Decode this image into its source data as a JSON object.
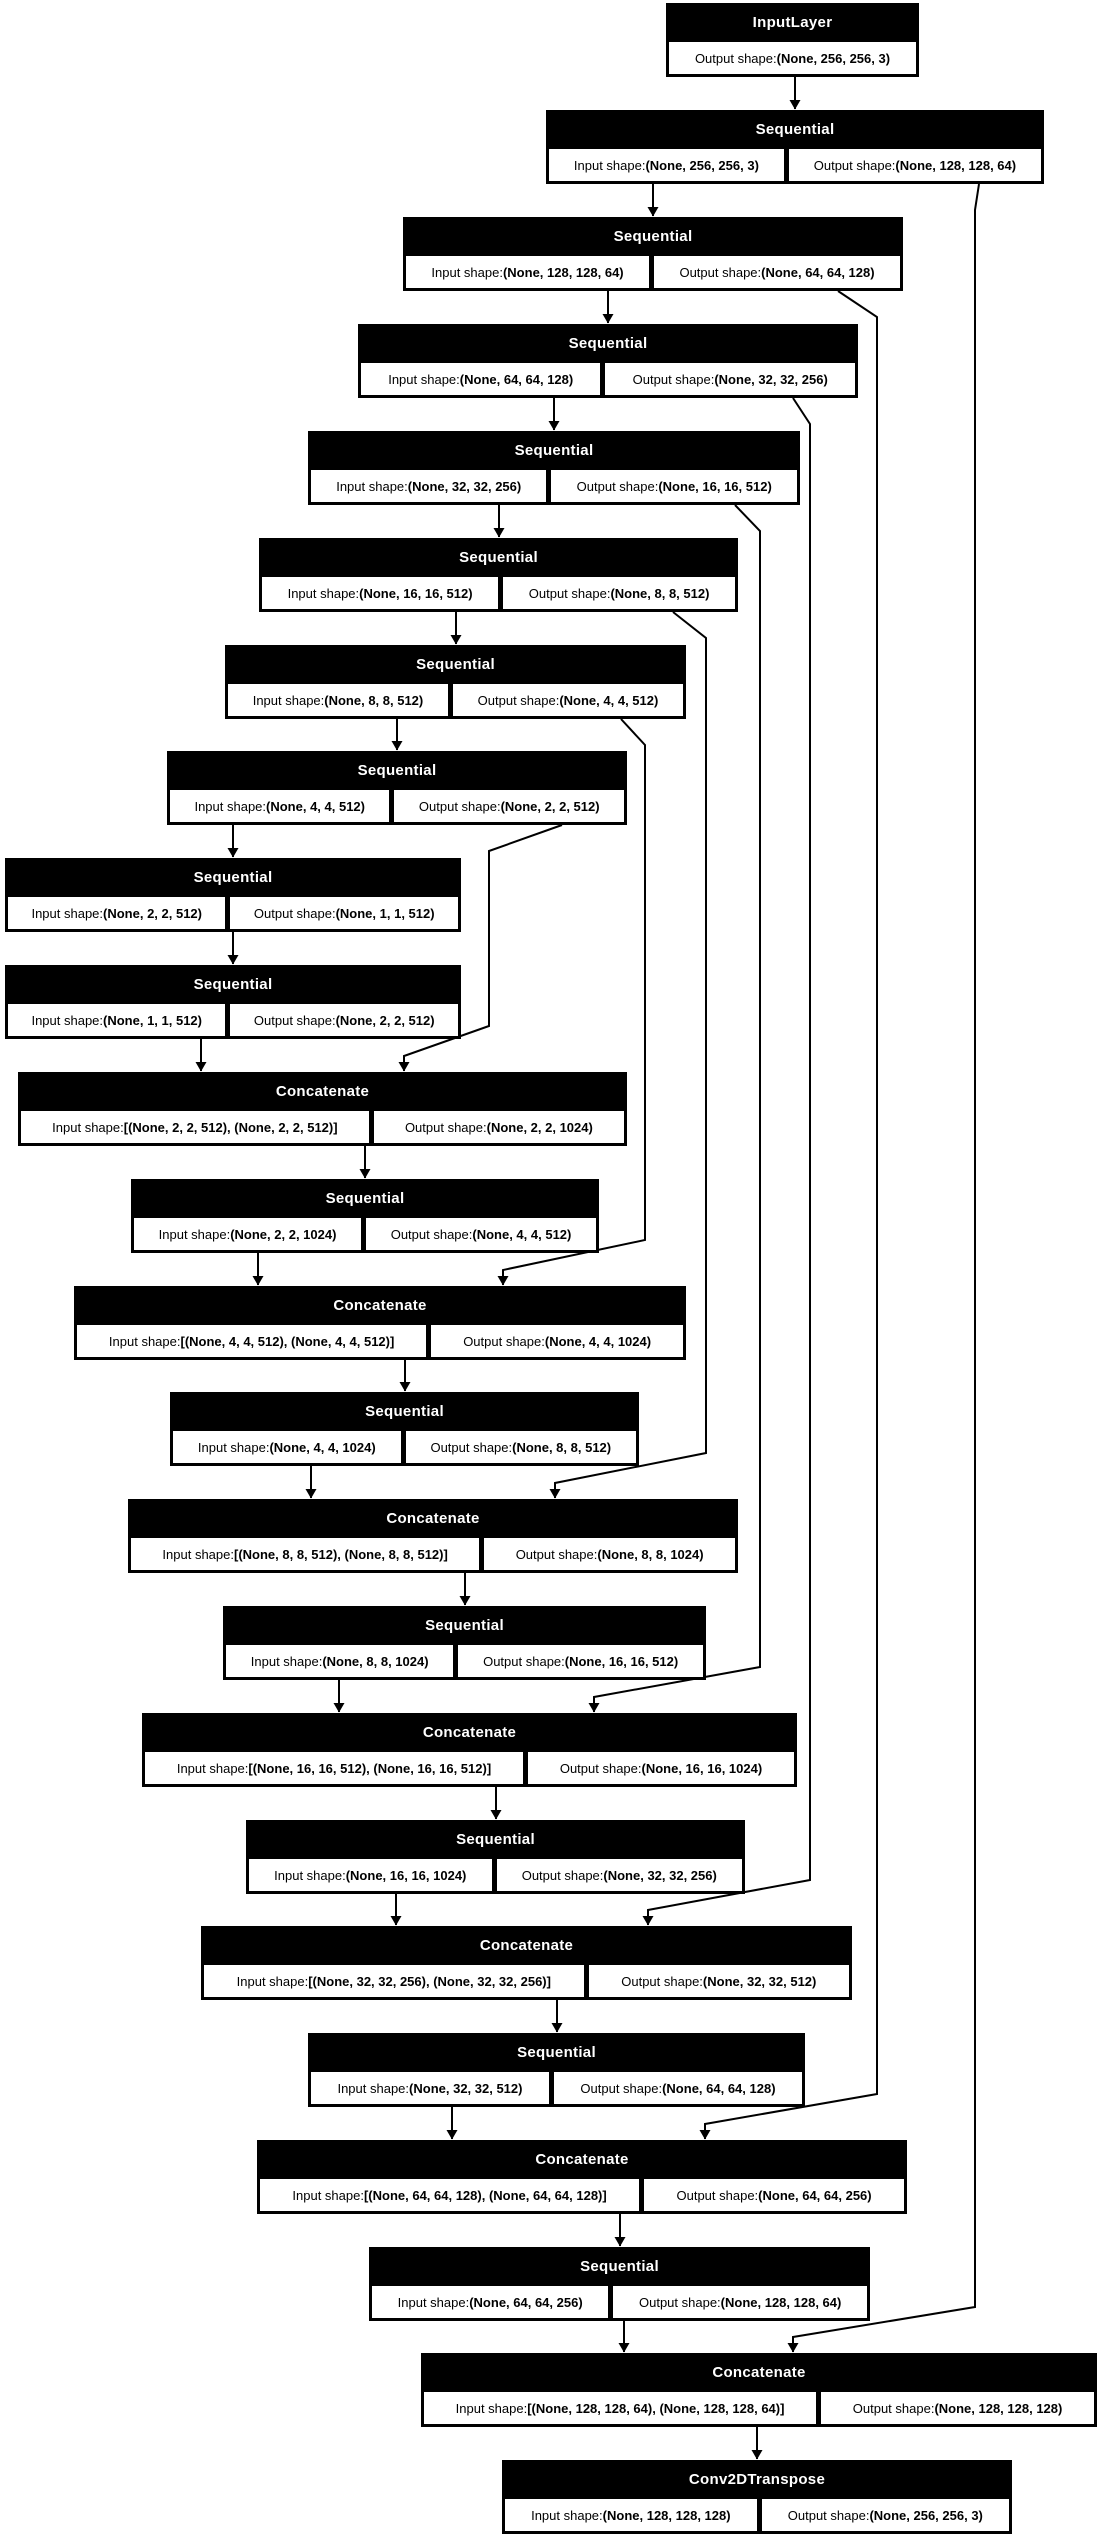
{
  "diagram": {
    "kind": "keras-model-plot",
    "colors": {
      "node_bg": "#000000",
      "node_title_text": "#ffffff",
      "cell_bg": "#ffffff",
      "cell_text": "#000000",
      "edge": "#000000",
      "background": "#ffffff"
    }
  },
  "nodes": [
    {
      "title": "InputLayer",
      "cells": [
        {
          "label": "Output shape: ",
          "value": "(None, 256, 256, 3)"
        }
      ]
    },
    {
      "title": "Sequential",
      "cells": [
        {
          "label": "Input shape: ",
          "value": "(None, 256, 256, 3)"
        },
        {
          "label": "Output shape: ",
          "value": "(None, 128, 128, 64)"
        }
      ]
    },
    {
      "title": "Sequential",
      "cells": [
        {
          "label": "Input shape: ",
          "value": "(None, 128, 128, 64)"
        },
        {
          "label": "Output shape: ",
          "value": "(None, 64, 64, 128)"
        }
      ]
    },
    {
      "title": "Sequential",
      "cells": [
        {
          "label": "Input shape: ",
          "value": "(None, 64, 64, 128)"
        },
        {
          "label": "Output shape: ",
          "value": "(None, 32, 32, 256)"
        }
      ]
    },
    {
      "title": "Sequential",
      "cells": [
        {
          "label": "Input shape: ",
          "value": "(None, 32, 32, 256)"
        },
        {
          "label": "Output shape: ",
          "value": "(None, 16, 16, 512)"
        }
      ]
    },
    {
      "title": "Sequential",
      "cells": [
        {
          "label": "Input shape: ",
          "value": "(None, 16, 16, 512)"
        },
        {
          "label": "Output shape: ",
          "value": "(None, 8, 8, 512)"
        }
      ]
    },
    {
      "title": "Sequential",
      "cells": [
        {
          "label": "Input shape: ",
          "value": "(None, 8, 8, 512)"
        },
        {
          "label": "Output shape: ",
          "value": "(None, 4, 4, 512)"
        }
      ]
    },
    {
      "title": "Sequential",
      "cells": [
        {
          "label": "Input shape: ",
          "value": "(None, 4, 4, 512)"
        },
        {
          "label": "Output shape: ",
          "value": "(None, 2, 2, 512)"
        }
      ]
    },
    {
      "title": "Sequential",
      "cells": [
        {
          "label": "Input shape: ",
          "value": "(None, 2, 2, 512)"
        },
        {
          "label": "Output shape: ",
          "value": "(None, 1, 1, 512)"
        }
      ]
    },
    {
      "title": "Sequential",
      "cells": [
        {
          "label": "Input shape: ",
          "value": "(None, 1, 1, 512)"
        },
        {
          "label": "Output shape: ",
          "value": "(None, 2, 2, 512)"
        }
      ]
    },
    {
      "title": "Concatenate",
      "cells": [
        {
          "label": "Input shape: ",
          "value": "[(None, 2, 2, 512), (None, 2, 2, 512)]"
        },
        {
          "label": "Output shape: ",
          "value": "(None, 2, 2, 1024)"
        }
      ]
    },
    {
      "title": "Sequential",
      "cells": [
        {
          "label": "Input shape: ",
          "value": "(None, 2, 2, 1024)"
        },
        {
          "label": "Output shape: ",
          "value": "(None, 4, 4, 512)"
        }
      ]
    },
    {
      "title": "Concatenate",
      "cells": [
        {
          "label": "Input shape: ",
          "value": "[(None, 4, 4, 512), (None, 4, 4, 512)]"
        },
        {
          "label": "Output shape: ",
          "value": "(None, 4, 4, 1024)"
        }
      ]
    },
    {
      "title": "Sequential",
      "cells": [
        {
          "label": "Input shape: ",
          "value": "(None, 4, 4, 1024)"
        },
        {
          "label": "Output shape: ",
          "value": "(None, 8, 8, 512)"
        }
      ]
    },
    {
      "title": "Concatenate",
      "cells": [
        {
          "label": "Input shape: ",
          "value": "[(None, 8, 8, 512), (None, 8, 8, 512)]"
        },
        {
          "label": "Output shape: ",
          "value": "(None, 8, 8, 1024)"
        }
      ]
    },
    {
      "title": "Sequential",
      "cells": [
        {
          "label": "Input shape: ",
          "value": "(None, 8, 8, 1024)"
        },
        {
          "label": "Output shape: ",
          "value": "(None, 16, 16, 512)"
        }
      ]
    },
    {
      "title": "Concatenate",
      "cells": [
        {
          "label": "Input shape: ",
          "value": "[(None, 16, 16, 512), (None, 16, 16, 512)]"
        },
        {
          "label": "Output shape: ",
          "value": "(None, 16, 16, 1024)"
        }
      ]
    },
    {
      "title": "Sequential",
      "cells": [
        {
          "label": "Input shape: ",
          "value": "(None, 16, 16, 1024)"
        },
        {
          "label": "Output shape: ",
          "value": "(None, 32, 32, 256)"
        }
      ]
    },
    {
      "title": "Concatenate",
      "cells": [
        {
          "label": "Input shape: ",
          "value": "[(None, 32, 32, 256), (None, 32, 32, 256)]"
        },
        {
          "label": "Output shape: ",
          "value": "(None, 32, 32, 512)"
        }
      ]
    },
    {
      "title": "Sequential",
      "cells": [
        {
          "label": "Input shape: ",
          "value": "(None, 32, 32, 512)"
        },
        {
          "label": "Output shape: ",
          "value": "(None, 64, 64, 128)"
        }
      ]
    },
    {
      "title": "Concatenate",
      "cells": [
        {
          "label": "Input shape: ",
          "value": "[(None, 64, 64, 128), (None, 64, 64, 128)]"
        },
        {
          "label": "Output shape: ",
          "value": "(None, 64, 64, 256)"
        }
      ]
    },
    {
      "title": "Sequential",
      "cells": [
        {
          "label": "Input shape: ",
          "value": "(None, 64, 64, 256)"
        },
        {
          "label": "Output shape: ",
          "value": "(None, 128, 128, 64)"
        }
      ]
    },
    {
      "title": "Concatenate",
      "cells": [
        {
          "label": "Input shape: ",
          "value": "[(None, 128, 128, 64), (None, 128, 128, 64)]"
        },
        {
          "label": "Output shape: ",
          "value": "(None, 128, 128, 128)"
        }
      ]
    },
    {
      "title": "Conv2DTranspose",
      "cells": [
        {
          "label": "Input shape: ",
          "value": "(None, 128, 128, 128)"
        },
        {
          "label": "Output shape: ",
          "value": "(None, 256, 256, 3)"
        }
      ]
    }
  ],
  "edges": [
    {
      "from": 0,
      "to": 1,
      "kind": "chain"
    },
    {
      "from": 1,
      "to": 2,
      "kind": "chain"
    },
    {
      "from": 2,
      "to": 3,
      "kind": "chain"
    },
    {
      "from": 3,
      "to": 4,
      "kind": "chain"
    },
    {
      "from": 4,
      "to": 5,
      "kind": "chain"
    },
    {
      "from": 5,
      "to": 6,
      "kind": "chain"
    },
    {
      "from": 6,
      "to": 7,
      "kind": "chain"
    },
    {
      "from": 7,
      "to": 8,
      "kind": "chain"
    },
    {
      "from": 8,
      "to": 9,
      "kind": "chain"
    },
    {
      "from": 9,
      "to": 10,
      "kind": "chain"
    },
    {
      "from": 10,
      "to": 11,
      "kind": "chain"
    },
    {
      "from": 11,
      "to": 12,
      "kind": "chain"
    },
    {
      "from": 12,
      "to": 13,
      "kind": "chain"
    },
    {
      "from": 13,
      "to": 14,
      "kind": "chain"
    },
    {
      "from": 14,
      "to": 15,
      "kind": "chain"
    },
    {
      "from": 15,
      "to": 16,
      "kind": "chain"
    },
    {
      "from": 16,
      "to": 17,
      "kind": "chain"
    },
    {
      "from": 17,
      "to": 18,
      "kind": "chain"
    },
    {
      "from": 18,
      "to": 19,
      "kind": "chain"
    },
    {
      "from": 19,
      "to": 20,
      "kind": "chain"
    },
    {
      "from": 20,
      "to": 21,
      "kind": "chain"
    },
    {
      "from": 21,
      "to": 22,
      "kind": "chain"
    },
    {
      "from": 22,
      "to": 23,
      "kind": "chain"
    },
    {
      "from": 7,
      "to": 10,
      "kind": "skip"
    },
    {
      "from": 6,
      "to": 12,
      "kind": "skip"
    },
    {
      "from": 5,
      "to": 14,
      "kind": "skip"
    },
    {
      "from": 4,
      "to": 16,
      "kind": "skip"
    },
    {
      "from": 3,
      "to": 18,
      "kind": "skip"
    },
    {
      "from": 2,
      "to": 20,
      "kind": "skip"
    },
    {
      "from": 1,
      "to": 22,
      "kind": "skip"
    }
  ]
}
